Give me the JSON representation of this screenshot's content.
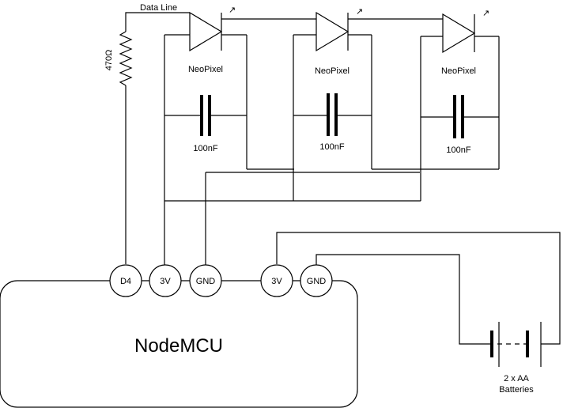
{
  "labels": {
    "data_line": "Data Line",
    "resistor": "470Ω",
    "mcu": "NodeMCU",
    "batteries_line1": "2 x AA",
    "batteries_line2": "Batteries",
    "arrow": "↗"
  },
  "pins": [
    "D4",
    "3V",
    "GND",
    "3V",
    "GND"
  ],
  "neopixels": [
    {
      "label": "NeoPixel",
      "capacitor": "100nF"
    },
    {
      "label": "NeoPixel",
      "capacitor": "100nF"
    },
    {
      "label": "NeoPixel",
      "capacitor": "100nF"
    }
  ]
}
